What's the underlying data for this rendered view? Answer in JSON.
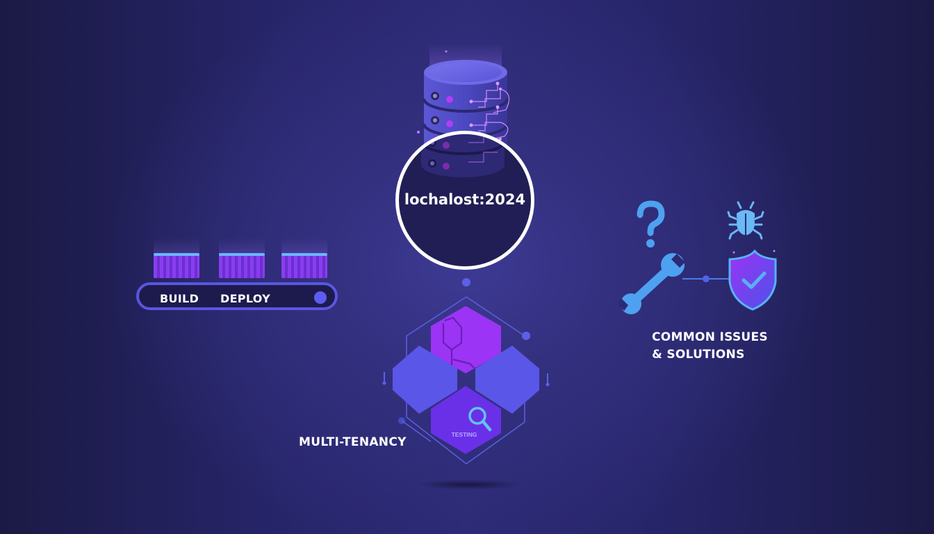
{
  "scene": {
    "title": "localhost development overview",
    "colors": {
      "background_center": "#3d3a94",
      "background_edge": "#1b1a45",
      "accent_purple": "#9b34f5",
      "accent_indigo": "#5a56e8",
      "accent_blue": "#5ab0f5",
      "text": "#ffffff"
    }
  },
  "database": {
    "icon": "database-server-icon",
    "label": "lochalost:2024"
  },
  "pipeline": {
    "containers": [
      {
        "icon": "container-icon"
      },
      {
        "icon": "container-icon"
      },
      {
        "icon": "container-icon"
      }
    ],
    "stages": [
      {
        "label": "BUILD"
      },
      {
        "label": "DEPLOY"
      }
    ],
    "indicator": "status-dot"
  },
  "multitenancy": {
    "label": "MULTI-TENANCY",
    "hexagons": [
      {
        "position": "top",
        "color": "#9b34f5"
      },
      {
        "position": "left",
        "color": "#5a56e8"
      },
      {
        "position": "right",
        "color": "#5a56e8"
      },
      {
        "position": "bottom",
        "color": "#6a30e8",
        "label": "TESTING",
        "icon": "magnifier-icon"
      }
    ]
  },
  "issues": {
    "icons": [
      "question-mark-icon",
      "bug-icon",
      "wrench-icon",
      "shield-check-icon"
    ],
    "title_line1": "COMMON ISSUES",
    "title_line2": "& SOLUTIONS"
  }
}
